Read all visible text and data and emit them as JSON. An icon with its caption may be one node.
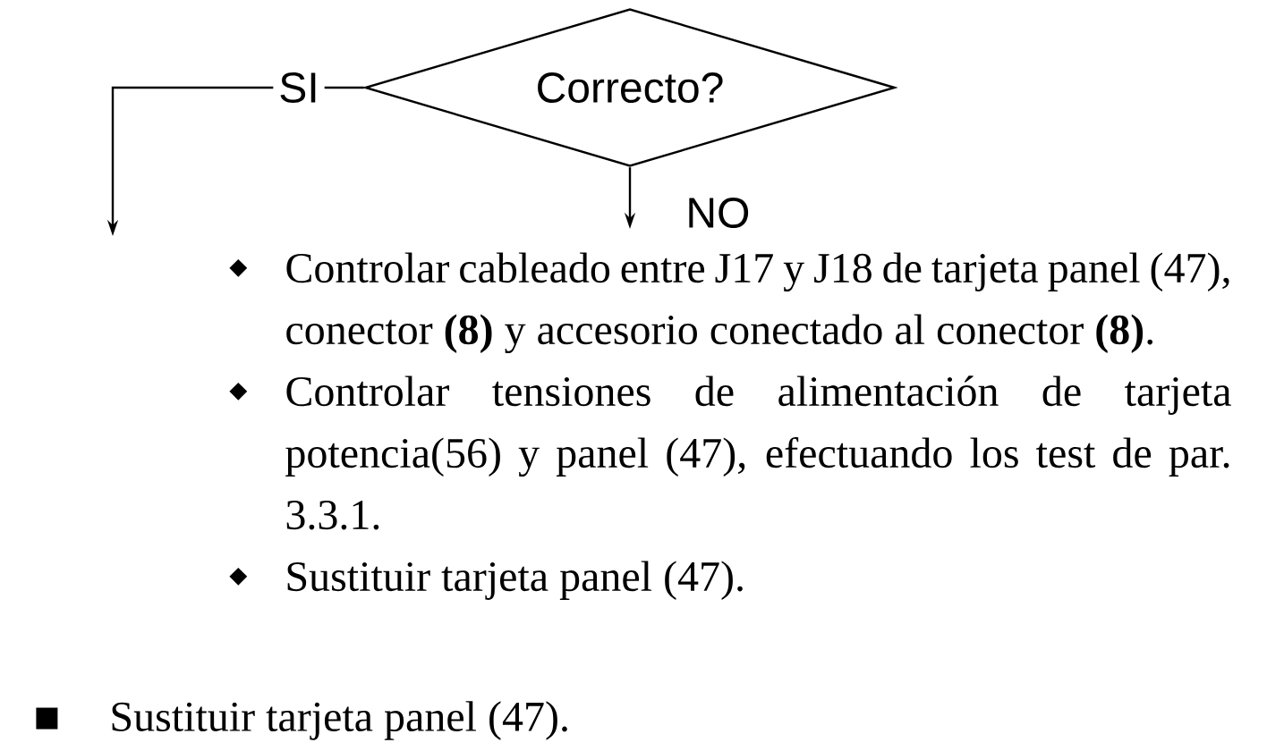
{
  "diagram": {
    "nodes": [
      {
        "text": [
          "Correcto?"
        ]
      },
      {
        "text": [
          "Controlar cableado entre J17 y J18 de tarjeta panel (47), conector **(8)** y accesorio conectado al conector **(8)**.",
          "Controlar tensiones de alimentación de tarjeta potencia(56) y panel (47), efectuando los test de par. 3.3.1.",
          "Sustituir tarjeta panel (47)."
        ]
      }
    ],
    "edges": [
      {
        "from": 0,
        "to": null,
        "arrow": "to",
        "label": "SI"
      },
      {
        "from": 0,
        "to": 1,
        "arrow": "to",
        "label": "NO"
      }
    ],
    "labels": [
      "Sustituir tarjeta panel (47)."
    ]
  }
}
